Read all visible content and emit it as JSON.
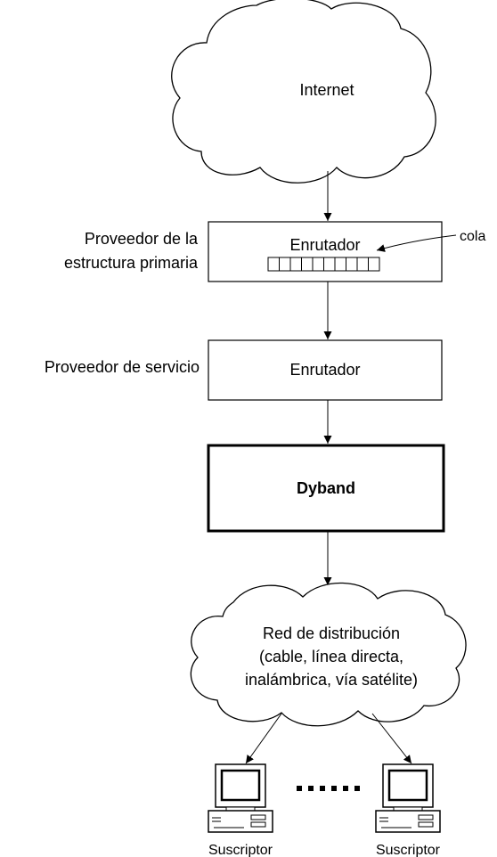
{
  "diagram": {
    "internet_cloud": {
      "label": "Internet"
    },
    "backbone": {
      "side_label_line1": "Proveedor de la",
      "side_label_line2": "estructura primaria",
      "router_label": "Enrutador",
      "queue_label": "cola",
      "queue_cells": 10
    },
    "service": {
      "side_label": "Proveedor de servicio",
      "router_label": "Enrutador"
    },
    "dyband": {
      "label": "Dyband"
    },
    "distribution_cloud": {
      "line1": "Red de distribución",
      "line2": "(cable, línea directa,",
      "line3": "inalámbrica, vía satélite)"
    },
    "subscribers": [
      {
        "label": "Suscriptor"
      },
      {
        "label": "Suscriptor"
      }
    ],
    "ellipsis_dots": 6
  }
}
